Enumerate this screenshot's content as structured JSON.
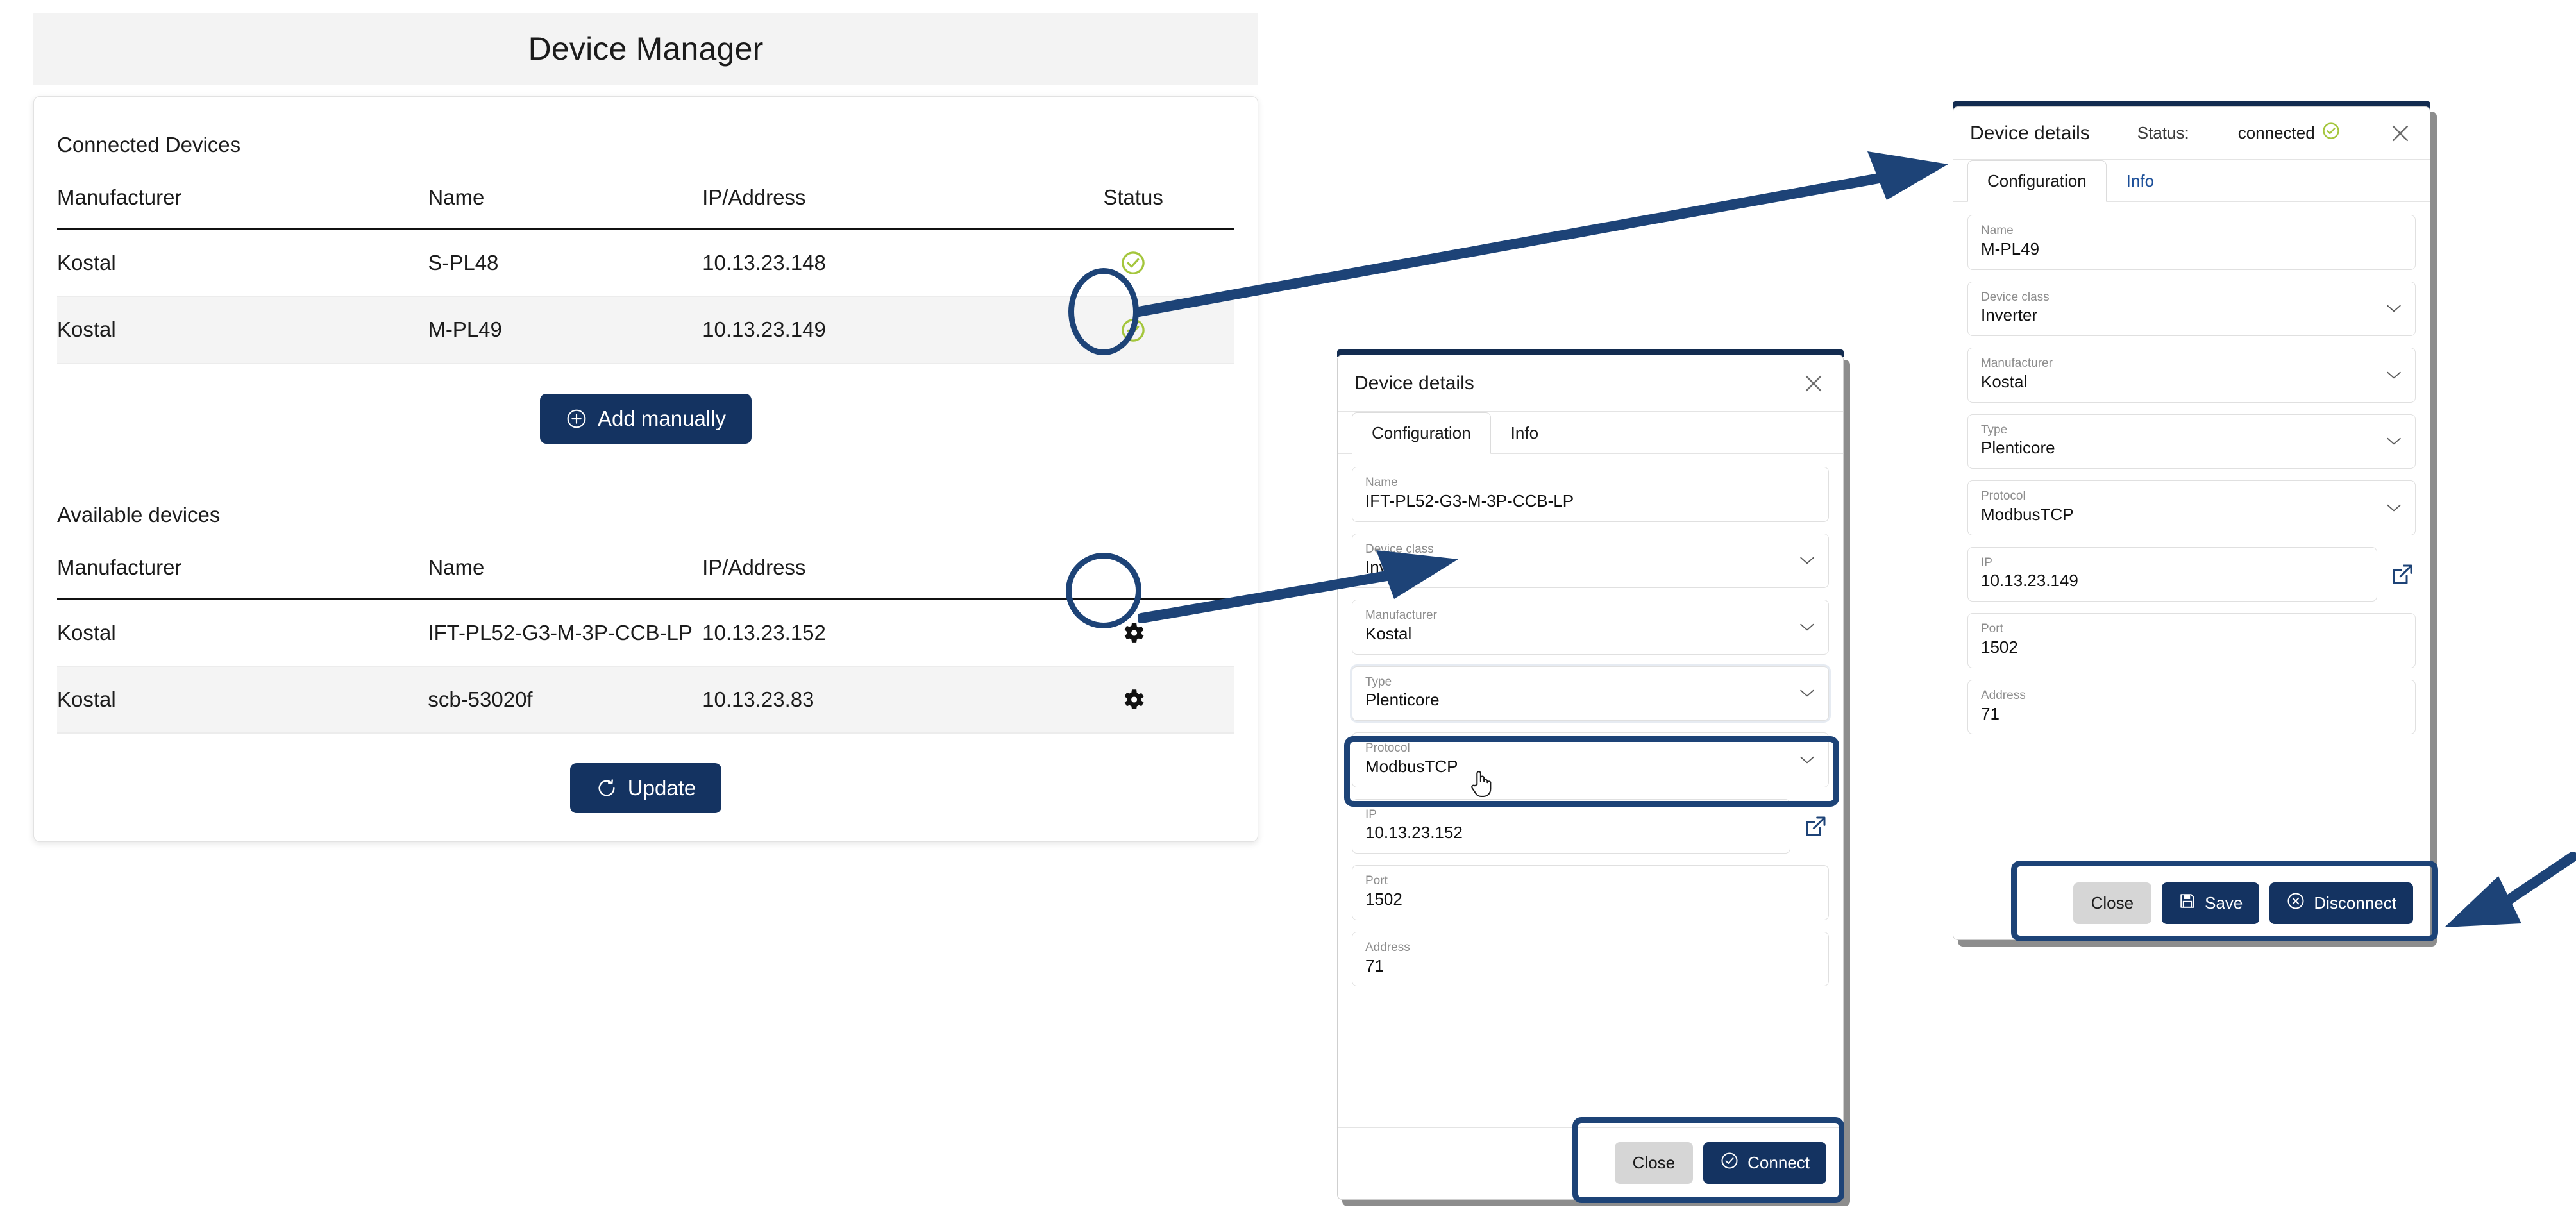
{
  "app": {
    "title": "Device Manager"
  },
  "connected_section": {
    "label": "Connected Devices",
    "columns": [
      "Manufacturer",
      "Name",
      "IP/Address",
      "Status"
    ],
    "rows": [
      {
        "manufacturer": "Kostal",
        "name": "S-PL48",
        "ip": "10.13.23.148",
        "status_icon": "check-circle-icon"
      },
      {
        "manufacturer": "Kostal",
        "name": "M-PL49",
        "ip": "10.13.23.149",
        "status_icon": "check-circle-icon"
      }
    ],
    "add_button": {
      "label": "Add manually",
      "icon": "plus-circle-icon"
    }
  },
  "available_section": {
    "label": "Available devices",
    "columns": [
      "Manufacturer",
      "Name",
      "IP/Address"
    ],
    "rows": [
      {
        "manufacturer": "Kostal",
        "name": "IFT-PL52-G3-M-3P-CCB-LP",
        "ip": "10.13.23.152",
        "action_icon": "gear-icon"
      },
      {
        "manufacturer": "Kostal",
        "name": "scb-53020f",
        "ip": "10.13.23.83",
        "action_icon": "gear-icon"
      }
    ],
    "update_button": {
      "label": "Update",
      "icon": "refresh-icon"
    }
  },
  "dialog_available": {
    "title": "Device details",
    "close_icon": "close-icon",
    "tabs": [
      {
        "label": "Configuration",
        "active": true
      },
      {
        "label": "Info",
        "active": false
      }
    ],
    "fields": [
      {
        "label": "Name",
        "value": "IFT-PL52-G3-M-3P-CCB-LP",
        "control": "text"
      },
      {
        "label": "Device class",
        "value": "Inverter",
        "control": "select"
      },
      {
        "label": "Manufacturer",
        "value": "Kostal",
        "control": "select"
      },
      {
        "label": "Type",
        "value": "Plenticore",
        "control": "select"
      },
      {
        "label": "Protocol",
        "value": "ModbusTCP",
        "control": "select"
      },
      {
        "label": "IP",
        "value": "10.13.23.152",
        "control": "text-link"
      },
      {
        "label": "Port",
        "value": "1502",
        "control": "text"
      },
      {
        "label": "Address",
        "value": "71",
        "control": "text"
      }
    ],
    "buttons": [
      {
        "label": "Close",
        "style": "secondary",
        "icon": null
      },
      {
        "label": "Connect",
        "style": "primary",
        "icon": "check-circle-outline-icon"
      }
    ]
  },
  "dialog_connected": {
    "title": "Device details",
    "status_label": "Status:",
    "status_value": "connected",
    "status_icon": "check-circle-icon",
    "close_icon": "close-icon",
    "tabs": [
      {
        "label": "Configuration",
        "active": true
      },
      {
        "label": "Info",
        "active": false
      }
    ],
    "fields": [
      {
        "label": "Name",
        "value": "M-PL49",
        "control": "text"
      },
      {
        "label": "Device class",
        "value": "Inverter",
        "control": "select"
      },
      {
        "label": "Manufacturer",
        "value": "Kostal",
        "control": "select"
      },
      {
        "label": "Type",
        "value": "Plenticore",
        "control": "select"
      },
      {
        "label": "Protocol",
        "value": "ModbusTCP",
        "control": "select"
      },
      {
        "label": "IP",
        "value": "10.13.23.149",
        "control": "text-link"
      },
      {
        "label": "Port",
        "value": "1502",
        "control": "text"
      },
      {
        "label": "Address",
        "value": "71",
        "control": "text"
      }
    ],
    "buttons": [
      {
        "label": "Close",
        "style": "secondary",
        "icon": null
      },
      {
        "label": "Save",
        "style": "primary",
        "icon": "floppy-disk-icon"
      },
      {
        "label": "Disconnect",
        "style": "primary",
        "icon": "circle-x-icon"
      }
    ]
  },
  "colors": {
    "brand_navy": "#143361",
    "annotation_blue": "#1d4377",
    "status_green": "#A4C63C",
    "header_gray": "#f3f3f3",
    "row_alt_gray": "#f4f4f4",
    "secondary_gray": "#d6d6d6"
  }
}
